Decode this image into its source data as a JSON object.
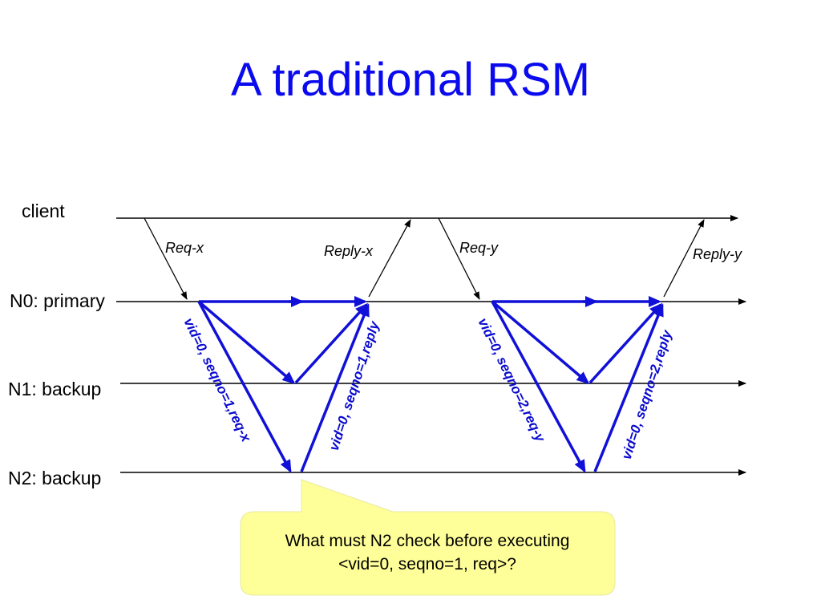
{
  "title": "A traditional RSM",
  "lanes": {
    "client": "client",
    "n0": "N0: primary",
    "n1": "N1: backup",
    "n2": "N2: backup"
  },
  "messages": {
    "req_x": "Req-x",
    "reply_x": "Reply-x",
    "req_y": "Req-y",
    "reply_y": "Reply-y"
  },
  "protocol_labels": {
    "seq1_req": "vid=0, seqno=1,req-x",
    "seq1_reply": "vid=0, seqno=1,reply",
    "seq2_req": "vid=0, seqno=2,req-y",
    "seq2_reply": "vid=0, seqno=2,reply"
  },
  "callout": {
    "line1": "What must N2 check before executing",
    "line2": "<vid=0, seqno=1, req>?"
  },
  "colors": {
    "title": "#0a0aee",
    "protocol_arrows": "#1010d8",
    "callout_fill": "#ffff99",
    "timelines": "#000000"
  }
}
